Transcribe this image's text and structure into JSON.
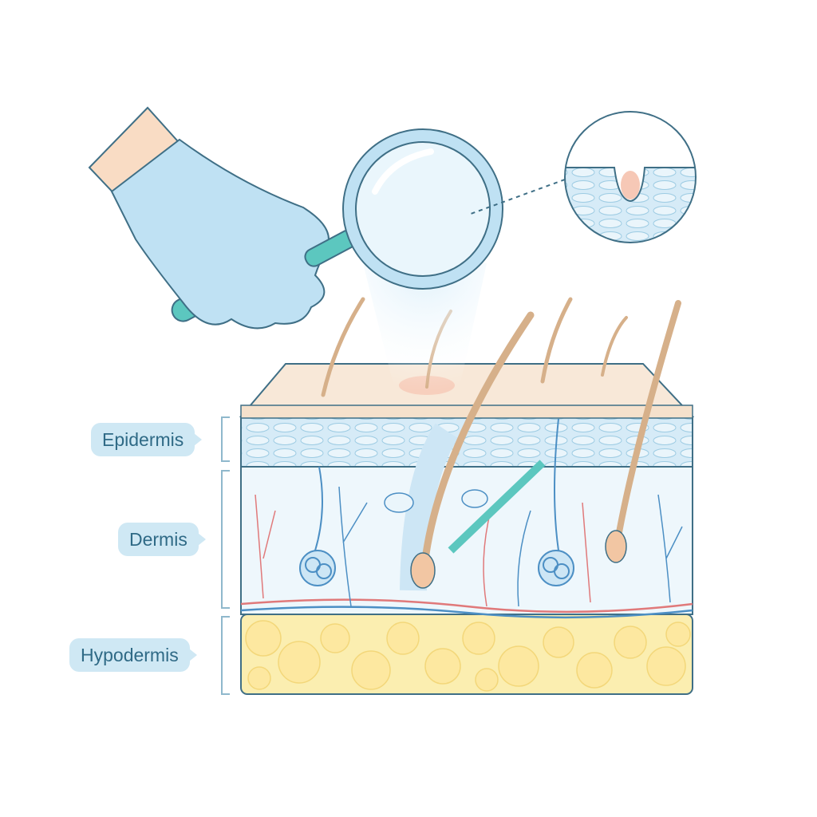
{
  "labels": {
    "epidermis": "Epidermis",
    "dermis": "Dermis",
    "hypodermis": "Hypodermis"
  },
  "colors": {
    "label_bg": "#cfe8f4",
    "label_text": "#2f6a86",
    "outline": "#3f6f86",
    "skin_surface": "#f8e8d8",
    "epidermis": "#d6ebf7",
    "dermis": "#eef7fc",
    "fat": "#fbeeb0",
    "glove": "#bfe1f3",
    "handle": "#5cc7bf",
    "hair": "#d6b08a"
  }
}
